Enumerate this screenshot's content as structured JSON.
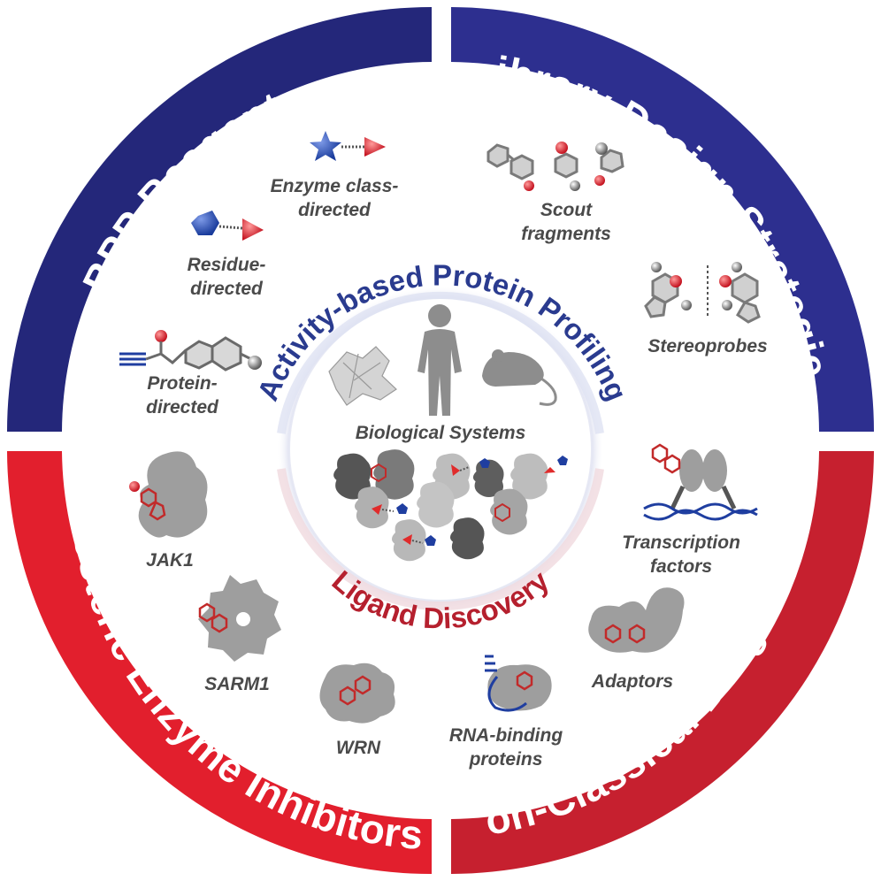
{
  "segments": {
    "top_left": {
      "title": "ABPP Reagents",
      "color": "#24277a"
    },
    "top_right": {
      "title": "Library Design Strategies",
      "color": "#2d2f8f"
    },
    "bottom_left": {
      "title": "Allosteric Enzyme Inhibitors",
      "color": "#e21f2d"
    },
    "bottom_right": {
      "title": "Non-Classical Drug Targets",
      "color": "#c6202f"
    }
  },
  "center": {
    "top_title": "Activity-based Protein Profiling",
    "bottom_title": "Ligand Discovery",
    "systems_label": "Biological Systems",
    "blue": "#2a3b8f",
    "red": "#b5202e"
  },
  "abpp": {
    "enzyme_class_line1": "Enzyme class-",
    "enzyme_class_line2": "directed",
    "residue_line1": "Residue-",
    "residue_line2": "directed",
    "protein_line1": "Protein-",
    "protein_line2": "directed"
  },
  "library": {
    "scout_line1": "Scout",
    "scout_line2": "fragments",
    "stereoprobes": "Stereoprobes"
  },
  "allosteric": {
    "jak1": "JAK1",
    "sarm1": "SARM1",
    "wrn": "WRN"
  },
  "nonclassical": {
    "tf_line1": "Transcription",
    "tf_line2": "factors",
    "adaptors": "Adaptors",
    "rbp_line1": "RNA-binding",
    "rbp_line2": "proteins"
  }
}
